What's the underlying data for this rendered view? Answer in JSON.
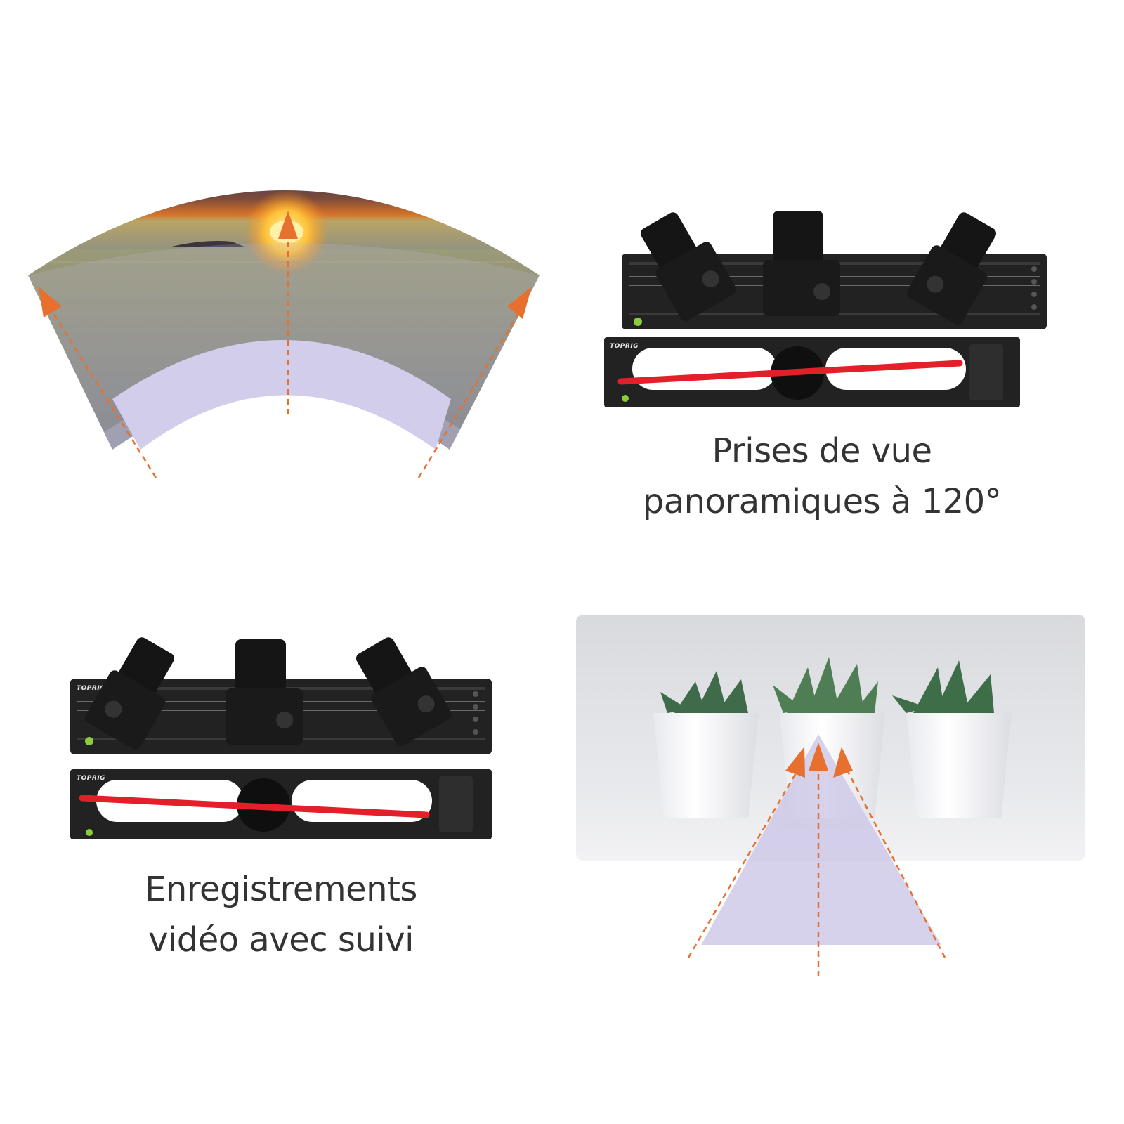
{
  "captions": {
    "panorama": [
      "Prises de vue",
      "panoramiques à 120°"
    ],
    "tracking": [
      "Enregistrements",
      "vidéo avec suivi"
    ]
  },
  "slider": {
    "brand": "TOPRIG"
  },
  "colors": {
    "accent_orange": "#e8702e",
    "track_red": "#e3202a",
    "fov_lavender": "#c9c3e6",
    "rail_black": "#1f1f1f",
    "text": "#333333"
  },
  "icons": [
    "camera-icon",
    "dashed-arrow-icon",
    "power-button-icon"
  ]
}
